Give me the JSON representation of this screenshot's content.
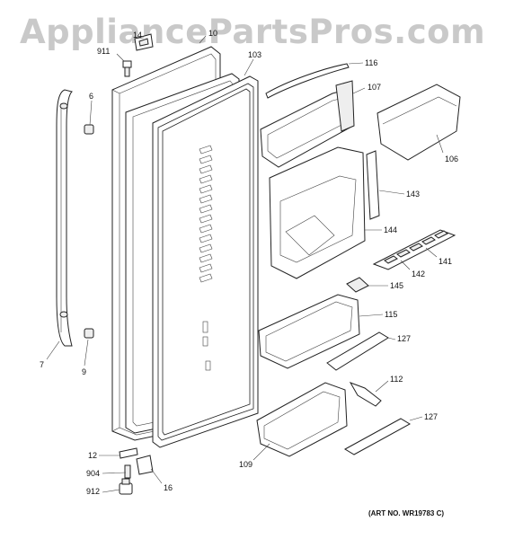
{
  "watermark": "AppliancePartsPros.com",
  "art_number": "(ART NO. WR19783 C)",
  "callouts": [
    {
      "id": "c-14",
      "label": "14"
    },
    {
      "id": "c-10",
      "label": "10"
    },
    {
      "id": "c-911",
      "label": "911"
    },
    {
      "id": "c-103",
      "label": "103"
    },
    {
      "id": "c-116",
      "label": "116"
    },
    {
      "id": "c-6",
      "label": "6"
    },
    {
      "id": "c-107",
      "label": "107"
    },
    {
      "id": "c-106",
      "label": "106"
    },
    {
      "id": "c-143",
      "label": "143"
    },
    {
      "id": "c-144",
      "label": "144"
    },
    {
      "id": "c-141",
      "label": "141"
    },
    {
      "id": "c-142",
      "label": "142"
    },
    {
      "id": "c-145",
      "label": "145"
    },
    {
      "id": "c-115",
      "label": "115"
    },
    {
      "id": "c-127a",
      "label": "127"
    },
    {
      "id": "c-7",
      "label": "7"
    },
    {
      "id": "c-9",
      "label": "9"
    },
    {
      "id": "c-112",
      "label": "112"
    },
    {
      "id": "c-127b",
      "label": "127"
    },
    {
      "id": "c-12",
      "label": "12"
    },
    {
      "id": "c-109",
      "label": "109"
    },
    {
      "id": "c-904",
      "label": "904"
    },
    {
      "id": "c-16",
      "label": "16"
    },
    {
      "id": "c-912",
      "label": "912"
    }
  ]
}
